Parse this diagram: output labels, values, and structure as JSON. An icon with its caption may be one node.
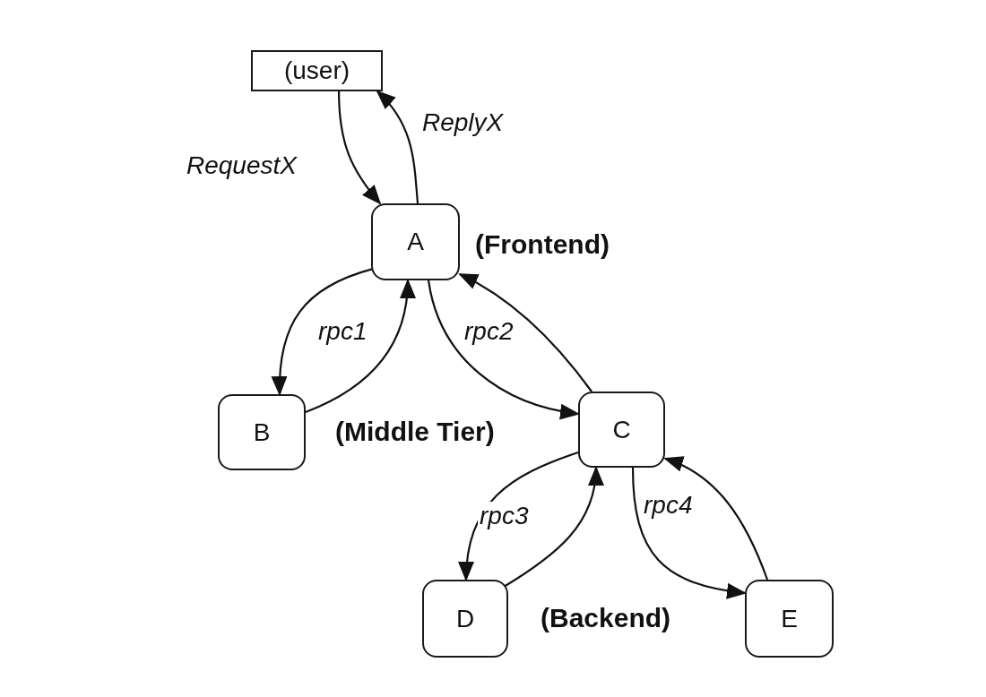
{
  "diagram": {
    "nodes": [
      {
        "text": [
          "(user)"
        ]
      },
      {
        "text": [
          "A"
        ]
      },
      {
        "text": [
          "B"
        ]
      },
      {
        "text": [
          "C"
        ]
      },
      {
        "text": [
          "D"
        ]
      },
      {
        "text": [
          "E"
        ]
      }
    ],
    "edges": [
      {
        "from": 0,
        "to": 1,
        "arrow": "to",
        "label": "RequestX"
      },
      {
        "from": 1,
        "to": 0,
        "arrow": "to",
        "label": "ReplyX"
      },
      {
        "from": 1,
        "to": 2,
        "arrow": "to",
        "label": "rpc1"
      },
      {
        "from": 2,
        "to": 1,
        "arrow": "to"
      },
      {
        "from": 1,
        "to": 3,
        "arrow": "to",
        "label": "rpc2"
      },
      {
        "from": 3,
        "to": 1,
        "arrow": "to"
      },
      {
        "from": 3,
        "to": 4,
        "arrow": "to",
        "label": "rpc3"
      },
      {
        "from": 4,
        "to": 3,
        "arrow": "to"
      },
      {
        "from": 3,
        "to": 5,
        "arrow": "to",
        "label": "rpc4"
      },
      {
        "from": 5,
        "to": 3,
        "arrow": "to"
      }
    ],
    "labels": [
      "(Frontend)",
      "(Middle Tier)",
      "(Backend)"
    ]
  }
}
